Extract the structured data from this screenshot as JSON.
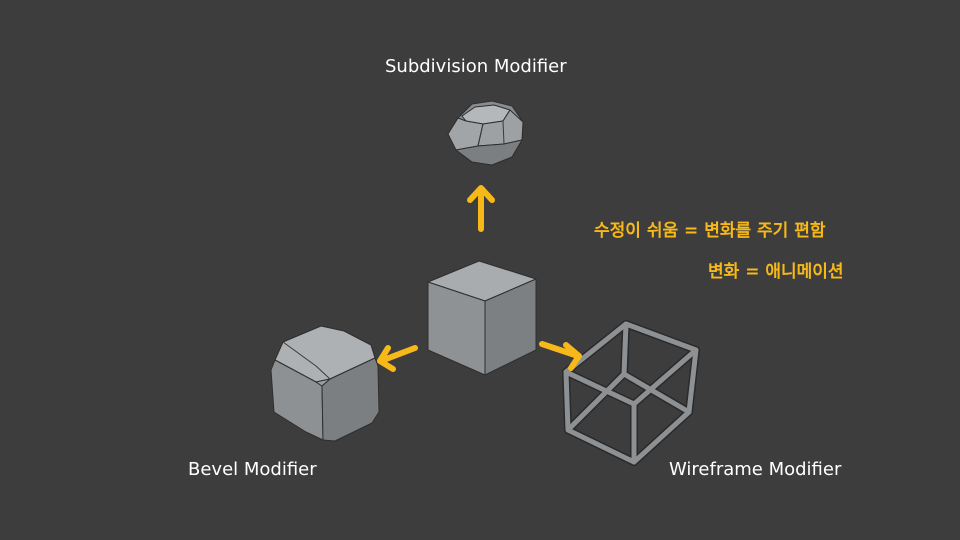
{
  "labels": {
    "subdivision": "Subdivision Modifier",
    "bevel": "Bevel Modifier",
    "wireframe": "Wireframe Modifier"
  },
  "notes": {
    "line1": "수정이 쉬움 = 변화를 주기 편함",
    "line2": "변화 = 애니메이션"
  },
  "colors": {
    "background": "#3d3d3d",
    "arrow": "#f7b91a",
    "mesh_light": "#a9acae",
    "mesh_mid": "#8e9193",
    "mesh_dark": "#6f7274",
    "edge": "#2e2e2e"
  }
}
